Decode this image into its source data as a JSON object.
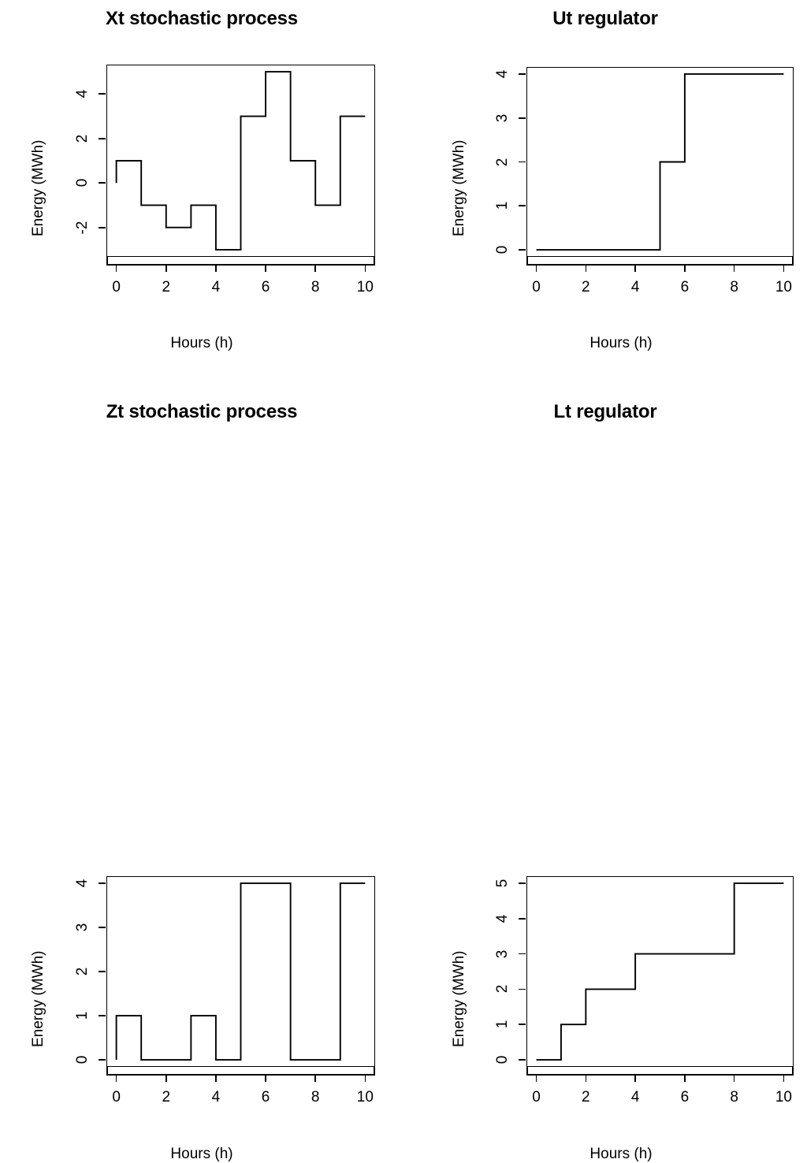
{
  "figure": {
    "background": "#ffffff",
    "line_color": "#000000",
    "panel_count": 4
  },
  "chart_data": [
    {
      "id": "xt",
      "type": "line",
      "step": "post",
      "title": "Xt stochastic process",
      "xlabel": "Hours (h)",
      "ylabel": "Energy (MWh)",
      "x": [
        0,
        1,
        2,
        3,
        4,
        5,
        6,
        7,
        8,
        9,
        10
      ],
      "values": [
        1,
        -1,
        -2,
        -1,
        -3,
        3,
        5,
        1,
        -1,
        3
      ],
      "xticks": [
        0,
        2,
        4,
        6,
        8,
        10
      ],
      "yticks": [
        -2,
        0,
        2,
        4
      ],
      "xlim": [
        0,
        10
      ],
      "ylim": [
        -3,
        5
      ],
      "grid": false,
      "legend": null
    },
    {
      "id": "ut",
      "type": "line",
      "step": "post",
      "title": "Ut regulator",
      "xlabel": "Hours (h)",
      "ylabel": "Energy (MWh)",
      "x": [
        0,
        1,
        2,
        3,
        4,
        5,
        6,
        7,
        8,
        9,
        10
      ],
      "values": [
        0,
        0,
        0,
        0,
        0,
        2,
        4,
        4,
        4,
        4
      ],
      "xticks": [
        0,
        2,
        4,
        6,
        8,
        10
      ],
      "yticks": [
        0,
        1,
        2,
        3,
        4
      ],
      "xlim": [
        0,
        10
      ],
      "ylim": [
        0,
        4
      ],
      "grid": false,
      "legend": null
    },
    {
      "id": "zt",
      "type": "line",
      "step": "post",
      "title": "Zt stochastic process",
      "xlabel": "Hours (h)",
      "ylabel": "Energy (MWh)",
      "x": [
        0,
        1,
        2,
        3,
        4,
        5,
        6,
        7,
        8,
        9,
        10
      ],
      "values": [
        1,
        0,
        0,
        1,
        0,
        4,
        4,
        0,
        0,
        4
      ],
      "xticks": [
        0,
        2,
        4,
        6,
        8,
        10
      ],
      "yticks": [
        0,
        1,
        2,
        3,
        4
      ],
      "xlim": [
        0,
        10
      ],
      "ylim": [
        0,
        4
      ],
      "grid": false,
      "legend": null
    },
    {
      "id": "lt",
      "type": "line",
      "step": "post",
      "title": "Lt regulator",
      "xlabel": "Hours (h)",
      "ylabel": "Energy (MWh)",
      "x": [
        0,
        1,
        2,
        3,
        4,
        5,
        6,
        7,
        8,
        9,
        10
      ],
      "values": [
        0,
        1,
        2,
        2,
        3,
        3,
        3,
        3,
        5,
        5
      ],
      "xticks": [
        0,
        2,
        4,
        6,
        8,
        10
      ],
      "yticks": [
        0,
        1,
        2,
        3,
        4,
        5
      ],
      "xlim": [
        0,
        10
      ],
      "ylim": [
        0,
        5
      ],
      "grid": false,
      "legend": null
    }
  ],
  "panels": {
    "xt": {
      "title": "Xt stochastic process",
      "xlabel": "Hours (h)",
      "ylabel": "Energy (MWh)",
      "xtick_labels": [
        "0",
        "2",
        "4",
        "6",
        "8",
        "10"
      ],
      "ytick_labels": [
        "-2",
        "0",
        "2",
        "4"
      ]
    },
    "ut": {
      "title": "Ut regulator",
      "xlabel": "Hours (h)",
      "ylabel": "Energy (MWh)",
      "xtick_labels": [
        "0",
        "2",
        "4",
        "6",
        "8",
        "10"
      ],
      "ytick_labels": [
        "0",
        "1",
        "2",
        "3",
        "4"
      ]
    },
    "zt": {
      "title": "Zt stochastic process",
      "xlabel": "Hours (h)",
      "ylabel": "Energy (MWh)",
      "xtick_labels": [
        "0",
        "2",
        "4",
        "6",
        "8",
        "10"
      ],
      "ytick_labels": [
        "0",
        "1",
        "2",
        "3",
        "4"
      ]
    },
    "lt": {
      "title": "Lt regulator",
      "xlabel": "Hours (h)",
      "ylabel": "Energy (MWh)",
      "xtick_labels": [
        "0",
        "2",
        "4",
        "6",
        "8",
        "10"
      ],
      "ytick_labels": [
        "0",
        "1",
        "2",
        "3",
        "4",
        "5"
      ]
    }
  }
}
